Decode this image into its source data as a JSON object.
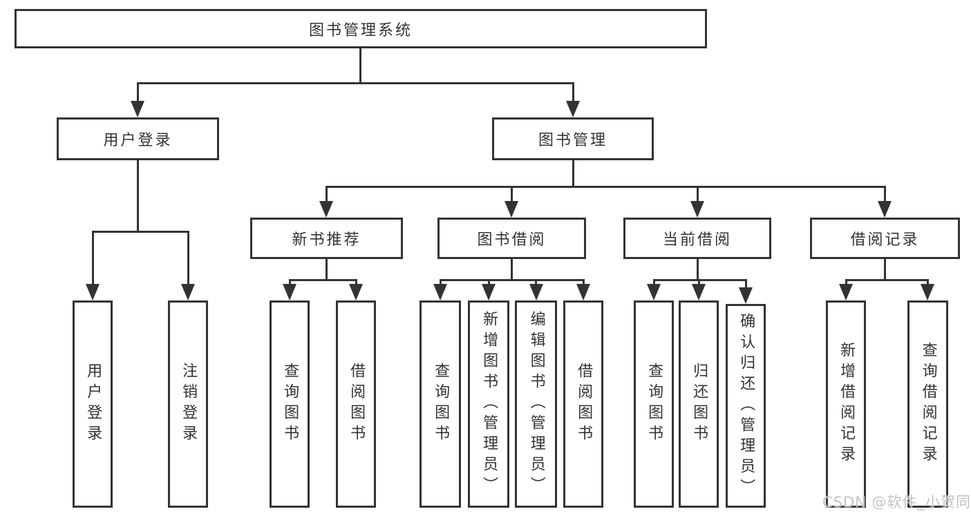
{
  "diagram": {
    "root": "图书管理系统",
    "user_login": {
      "label": "用户登录",
      "children": [
        "用户登录",
        "注销登录"
      ]
    },
    "book_mgmt": {
      "label": "图书管理",
      "sections": [
        {
          "label": "新书推荐",
          "children": [
            "查询图书",
            "借阅图书"
          ]
        },
        {
          "label": "图书借阅",
          "children": [
            "查询图书",
            "新增图书（管理员）",
            "编辑图书（管理员）",
            "借阅图书"
          ]
        },
        {
          "label": "当前借阅",
          "children": [
            "查询图书",
            "归还图书",
            "确认归还（管理员）"
          ]
        },
        {
          "label": "借阅记录",
          "children": [
            "新增借阅记录",
            "查询借阅记录"
          ]
        }
      ]
    }
  },
  "watermark": {
    "text": "CSDN @软件_小贺同学"
  },
  "colors": {
    "line": "#333333",
    "box-fill": "#ffffff",
    "text": "#333333",
    "watermark": "#c2c2c2"
  }
}
